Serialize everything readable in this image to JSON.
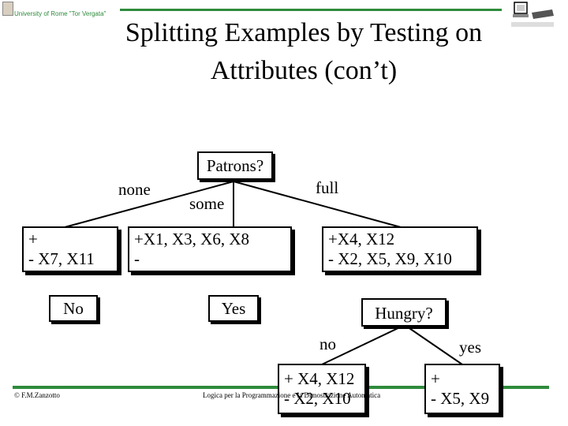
{
  "header": {
    "university": "University of Rome \"Tor Vergata\"",
    "title_line1": "Splitting Examples by Testing on",
    "title_line2": "Attributes (con’t)"
  },
  "tree": {
    "root": "Patrons?",
    "branches": {
      "none": "none",
      "some": "some",
      "full": "full"
    },
    "leaf_none": {
      "pos": "+",
      "neg": "- X7, X11"
    },
    "leaf_some": {
      "pos": "+X1, X3, X6, X8",
      "neg": "-"
    },
    "leaf_full": {
      "pos": "+X4, X12",
      "neg": "- X2, X5, X9, X10"
    },
    "answers": {
      "none": "No",
      "some": "Yes"
    },
    "hungry": "Hungry?",
    "hungry_branches": {
      "no": "no",
      "yes": "yes"
    },
    "leaf_hungry_no": {
      "pos": "+ X4, X12",
      "neg": "- X2, X10"
    },
    "leaf_hungry_yes": {
      "pos": "+",
      "neg": "- X5, X9"
    }
  },
  "footer": {
    "copyright": "© F.M.Zanzotto",
    "course": "Logica per la Programmazione e la Dimostrazione Automatica"
  },
  "colors": {
    "accent": "#2e8b3c"
  }
}
